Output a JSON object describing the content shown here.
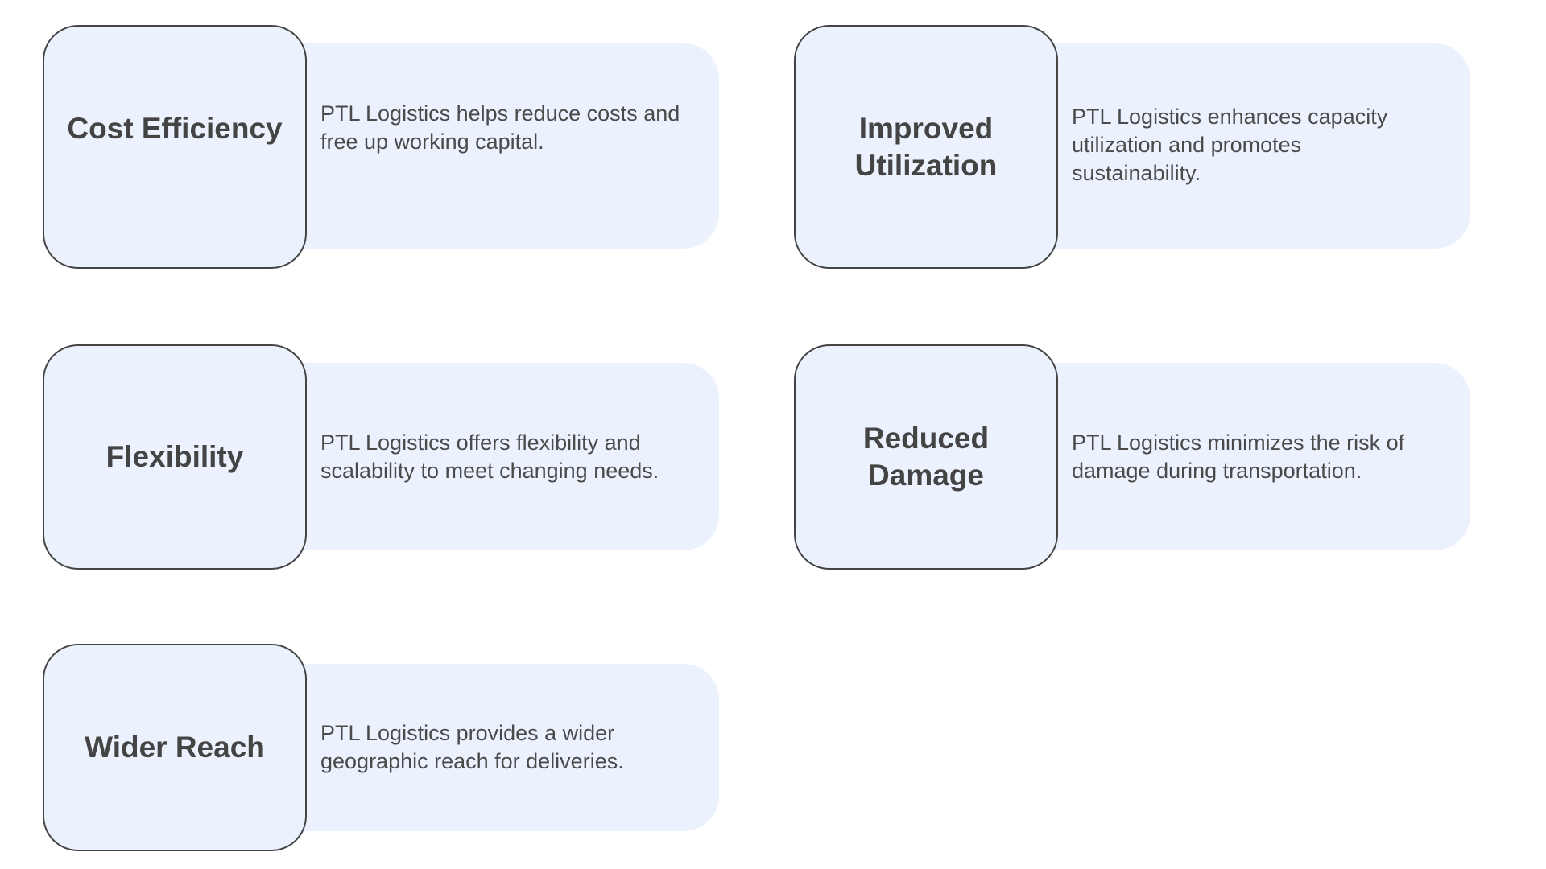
{
  "items": [
    {
      "title": "Cost Efficiency",
      "description": "PTL Logistics helps reduce costs and free up working capital."
    },
    {
      "title": "Improved Utilization",
      "description": "PTL Logistics enhances capacity utilization and promotes sustainability."
    },
    {
      "title": "Flexibility",
      "description": "PTL Logistics offers flexibility and scalability to meet changing needs."
    },
    {
      "title": "Reduced Damage",
      "description": "PTL Logistics minimizes the risk of damage during transportation."
    },
    {
      "title": "Wider Reach",
      "description": "PTL Logistics provides a wider geographic reach for deliveries."
    }
  ],
  "colors": {
    "fill": "#ebf2fe",
    "border": "#444444",
    "text": "#4a4a4a"
  }
}
